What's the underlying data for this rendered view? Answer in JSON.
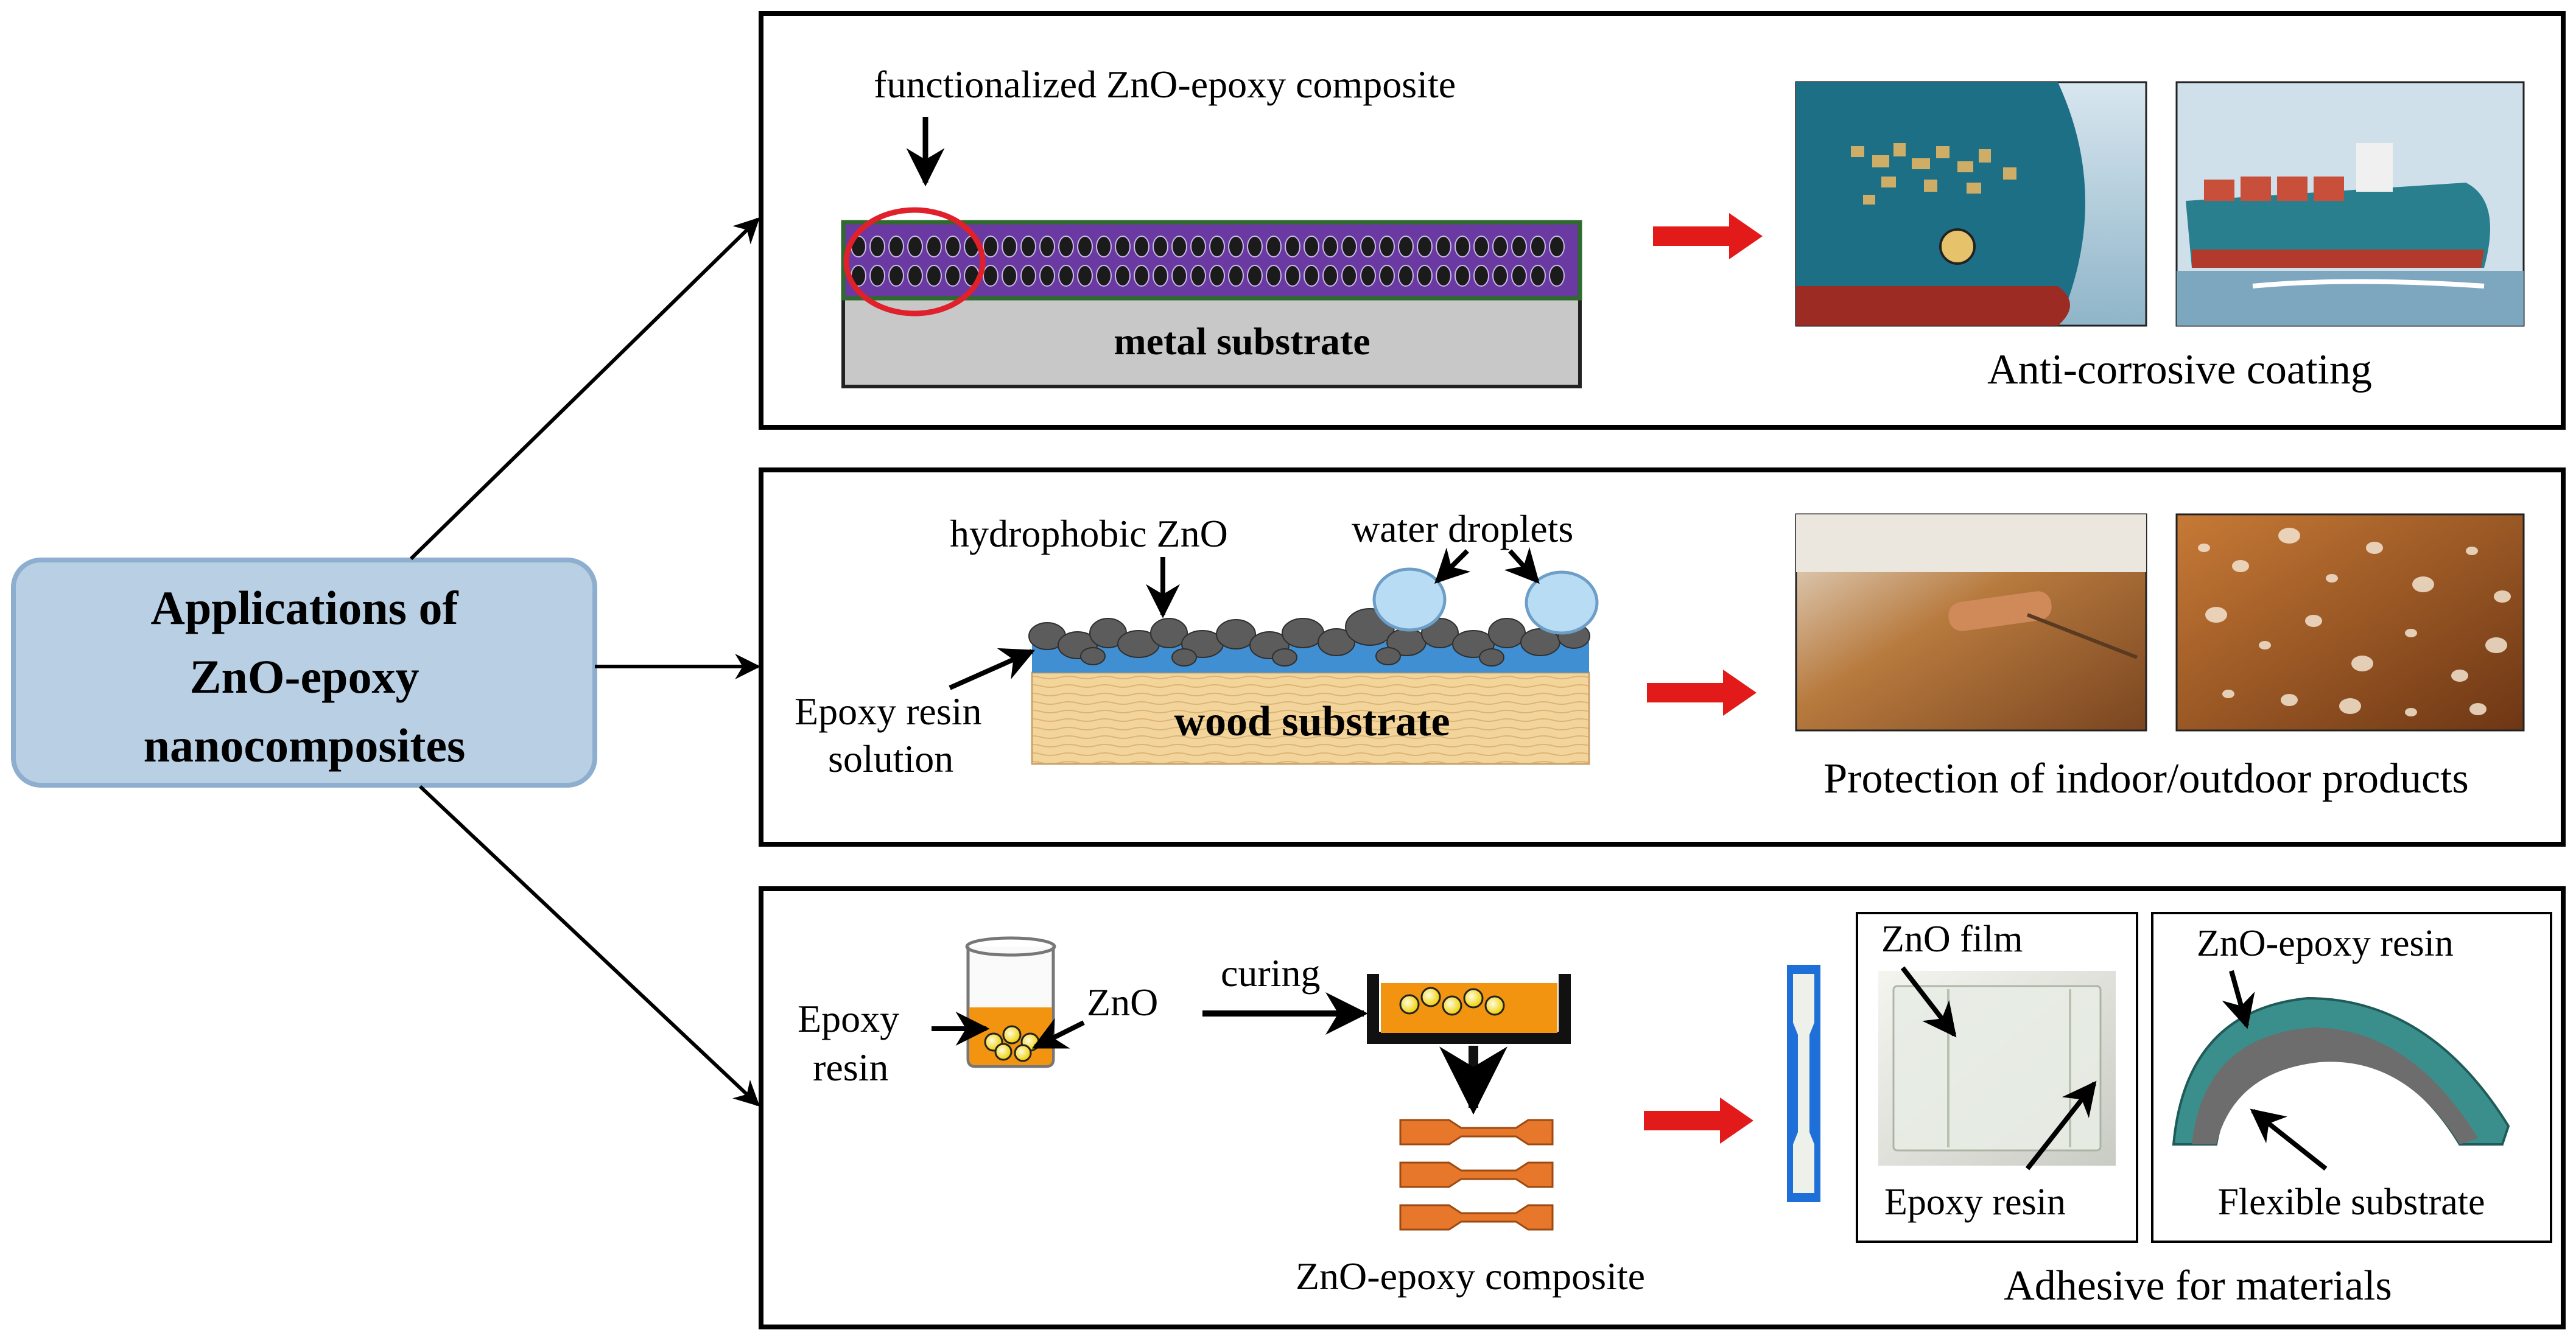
{
  "center": {
    "line1": "Applications of",
    "line2": "ZnO-epoxy",
    "line3": "nanocomposites"
  },
  "panel1": {
    "label_composite": "functionalized  ZnO-epoxy composite",
    "substrate": "metal substrate",
    "caption": "Anti-corrosive  coating"
  },
  "panel2": {
    "label_hydrophobic": "hydrophobic ZnO",
    "label_water": "water  droplets",
    "label_epoxy_1": "Epoxy resin",
    "label_epoxy_2": "solution",
    "substrate": "wood substrate",
    "caption": "Protection of indoor/outdoor products"
  },
  "panel3": {
    "label_epoxy_1": "Epoxy",
    "label_epoxy_2": "resin",
    "label_zno": "ZnO",
    "label_curing": "curing",
    "label_composite": "ZnO-epoxy composite",
    "film_label": "ZnO film",
    "film_epoxy": "Epoxy resin",
    "arch_label": "ZnO-epoxy resin",
    "arch_substrate": "Flexible  substrate",
    "caption": "Adhesive  for materials"
  },
  "colors": {
    "center_fill": "#b9cfe4",
    "center_stroke": "#8eaed0",
    "red_arrow": "#e31a1a",
    "red_circle": "#e0202a",
    "metal": "#c8c8c8",
    "coating_purple": "#6a3aa2",
    "coating_border": "#2f6b2f",
    "wood": "#f3d59c",
    "epoxy_blue": "#3f8fd2",
    "zno_gray": "#5c5c5c",
    "droplet": "#b9dcf5",
    "resin_orange": "#f2940f",
    "specimen_orange": "#e7772a",
    "ship_blue": "#1d6f86",
    "arch_teal": "#3a8f8c"
  }
}
